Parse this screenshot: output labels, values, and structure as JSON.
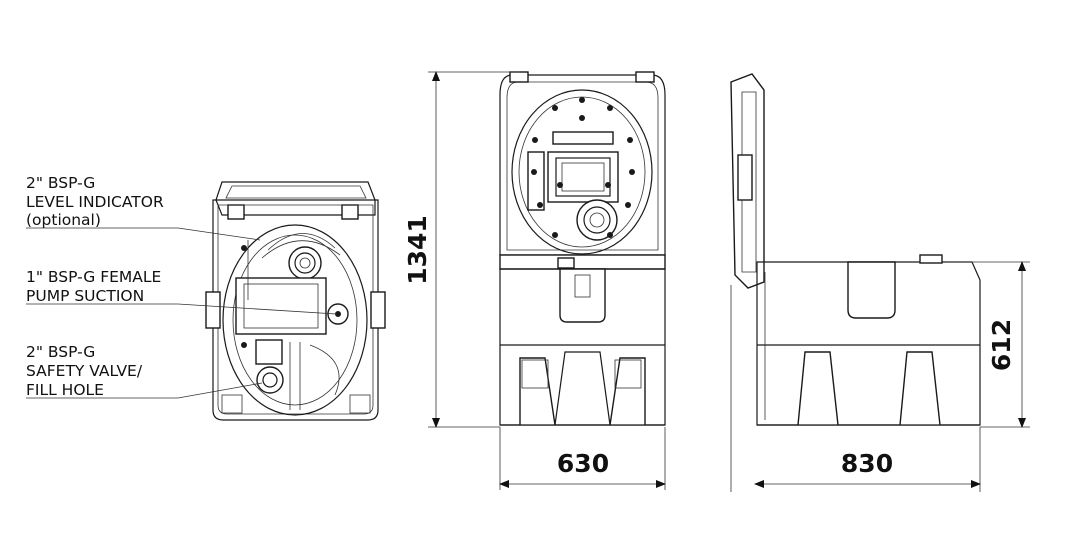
{
  "callouts": {
    "level_indicator": [
      "2\" BSP-G",
      "LEVEL INDICATOR",
      "(optional)"
    ],
    "pump_suction": [
      "1\" BSP-G FEMALE",
      "PUMP SUCTION"
    ],
    "safety_valve": [
      "2\" BSP-G",
      "SAFETY VALVE/",
      "FILL HOLE"
    ]
  },
  "dimensions": {
    "height_overall": "1341",
    "width_front": "630",
    "length_side": "830",
    "height_side": "612"
  }
}
